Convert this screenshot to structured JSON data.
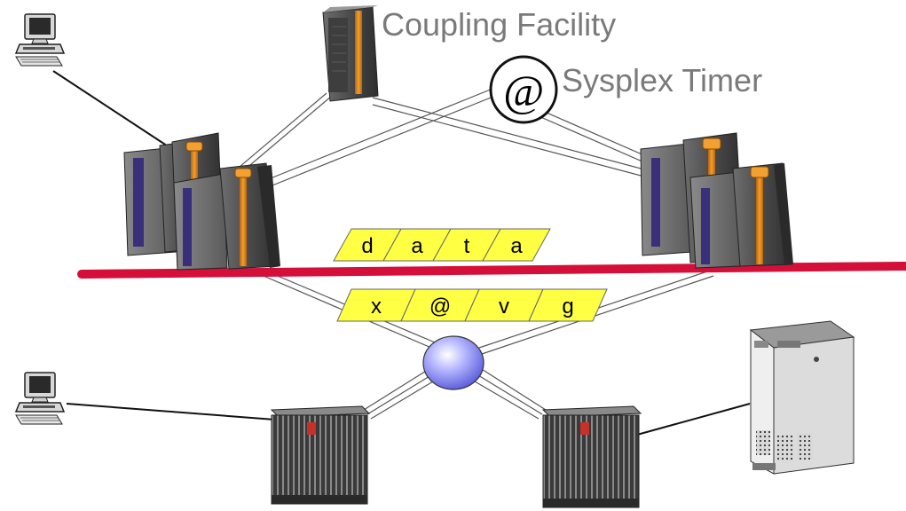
{
  "labels": {
    "coupling_facility": "Coupling Facility",
    "sysplex_timer": "Sysplex Timer",
    "timer_symbol": "@"
  },
  "data_strip_top": [
    "d",
    "a",
    "t",
    "a"
  ],
  "data_strip_bottom": [
    "x",
    "@",
    "v",
    "g"
  ],
  "colors": {
    "network_bus": "#d4103a",
    "data_cell_fill": "#ffff44",
    "switch_hub": "#8a8cf0",
    "label_text": "#7a7a7a",
    "mainframe_accent": "#e08a1a"
  },
  "icons": [
    "desktop-computer-icon",
    "mainframe-icon",
    "coupling-facility-icon",
    "sysplex-timer-icon",
    "switch-hub-icon",
    "storage-server-icon",
    "tower-server-icon"
  ]
}
